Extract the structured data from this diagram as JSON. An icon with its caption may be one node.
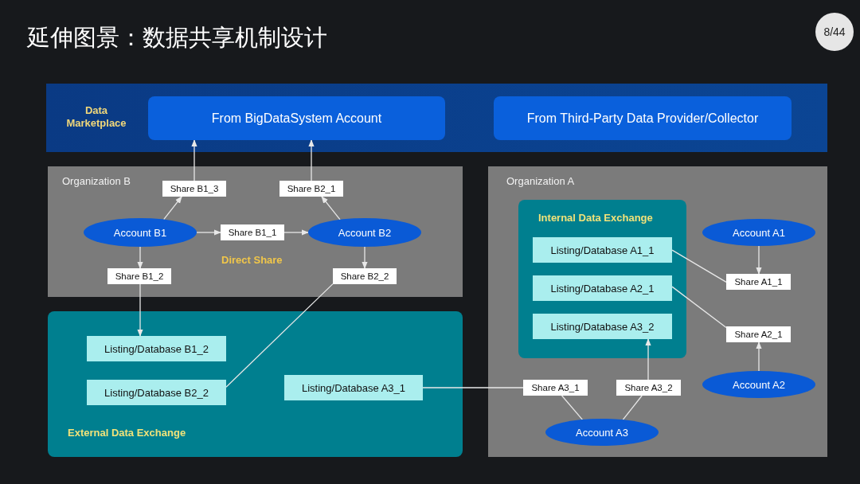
{
  "diagram": {
    "title": "延伸图景：数据共享机制设计",
    "nodes": [
      {
        "text": [
          "Data Marketplace"
        ]
      },
      {
        "text": [
          "From BigDataSystem Account"
        ],
        "in": 0
      },
      {
        "text": [
          "From Third-Party Data Provider/Collector"
        ],
        "in": 0
      },
      {
        "text": [
          "Organization B",
          "Direct Share"
        ]
      },
      {
        "text": [
          "Share B1_3"
        ],
        "in": 3
      },
      {
        "text": [
          "Share B2_1"
        ],
        "in": 3
      },
      {
        "text": [
          "Account B1"
        ],
        "in": 3
      },
      {
        "text": [
          "Share B1_1"
        ],
        "in": 3
      },
      {
        "text": [
          "Account B2"
        ],
        "in": 3
      },
      {
        "text": [
          "Share B1_2"
        ],
        "in": 3
      },
      {
        "text": [
          "Share B2_2"
        ],
        "in": 3
      },
      {
        "text": [
          "External Data Exchange"
        ]
      },
      {
        "text": [
          "Listing/Database B1_2"
        ],
        "in": 11
      },
      {
        "text": [
          "Listing/Database B2_2"
        ],
        "in": 11
      },
      {
        "text": [
          "Listing/Database A3_1"
        ],
        "in": 11
      },
      {
        "text": [
          "Organization A"
        ]
      },
      {
        "text": [
          "Internal Data Exchange"
        ],
        "in": 15
      },
      {
        "text": [
          "Listing/Database A1_1"
        ],
        "in": 16
      },
      {
        "text": [
          "Listing/Database A2_1"
        ],
        "in": 16
      },
      {
        "text": [
          "Listing/Database A3_2"
        ],
        "in": 16
      },
      {
        "text": [
          "Account A1"
        ],
        "in": 15
      },
      {
        "text": [
          "Share A1_1"
        ],
        "in": 15
      },
      {
        "text": [
          "Share A2_1"
        ],
        "in": 15
      },
      {
        "text": [
          "Account A2"
        ],
        "in": 15
      },
      {
        "text": [
          "Share A3_1"
        ],
        "in": 15
      },
      {
        "text": [
          "Share A3_2"
        ],
        "in": 15
      },
      {
        "text": [
          "Account A3"
        ],
        "in": 15
      }
    ],
    "edges": [
      {
        "from": 6,
        "to": 4,
        "arrow": "to"
      },
      {
        "from": 4,
        "to": 1,
        "arrow": "to"
      },
      {
        "from": 8,
        "to": 5,
        "arrow": "to"
      },
      {
        "from": 5,
        "to": 1,
        "arrow": "to"
      },
      {
        "from": 6,
        "to": 7,
        "arrow": "to"
      },
      {
        "from": 7,
        "to": 8,
        "arrow": "to"
      },
      {
        "from": 6,
        "to": 9,
        "arrow": "to"
      },
      {
        "from": 9,
        "to": 12,
        "arrow": "to"
      },
      {
        "from": 8,
        "to": 10,
        "arrow": "to"
      },
      {
        "from": 10,
        "to": 13,
        "arrow": "none"
      },
      {
        "from": 14,
        "to": 24,
        "arrow": "none"
      },
      {
        "from": 26,
        "to": 24,
        "arrow": "none"
      },
      {
        "from": 26,
        "to": 25,
        "arrow": "none"
      },
      {
        "from": 25,
        "to": 19,
        "arrow": "to"
      },
      {
        "from": 20,
        "to": 21,
        "arrow": "to"
      },
      {
        "from": 21,
        "to": 17,
        "arrow": "none"
      },
      {
        "from": 23,
        "to": 22,
        "arrow": "to"
      },
      {
        "from": 22,
        "to": 18,
        "arrow": "none"
      }
    ],
    "labels": [
      "8/44"
    ]
  }
}
